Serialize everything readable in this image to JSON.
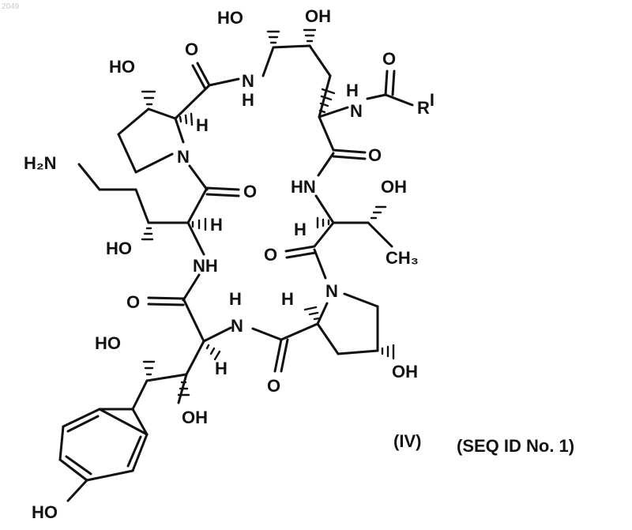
{
  "figure": {
    "watermark": "2049",
    "compound_label": "(IV)",
    "sequence_label": "(SEQ ID No. 1)"
  },
  "atoms": {
    "oh_top_left": "HO",
    "oh_top_right": "OH",
    "ho_pro1": "HO",
    "o_upper_amide": "O",
    "nh_top_n": "N",
    "nh_top_h": "H",
    "h_side_chain": "H",
    "n_side_chain": "N",
    "o_acyl": "O",
    "r_group": "R",
    "r_group_superscript": "I",
    "h_pro1": "H",
    "h2n": "H₂N",
    "n_pro1": "N",
    "o_orn_amide": "O",
    "o_right_amide": "O",
    "hn_thr": "HN",
    "oh_thr": "OH",
    "h_orn": "H",
    "ho_orn": "HO",
    "h_thr_alpha": "H",
    "o_thr_amide": "O",
    "ch3": "CH₃",
    "nh_mid": "NH",
    "n_pro2": "N",
    "o_lower_left_amide": "O",
    "h_nh_lower": "H",
    "h_pro2": "H",
    "n_lower": "N",
    "ho_homotyr": "HO",
    "h_homotyr": "H",
    "o_lower_amide": "O",
    "oh_pro2": "OH",
    "oh_homotyr": "OH",
    "ho_phenol": "HO"
  }
}
